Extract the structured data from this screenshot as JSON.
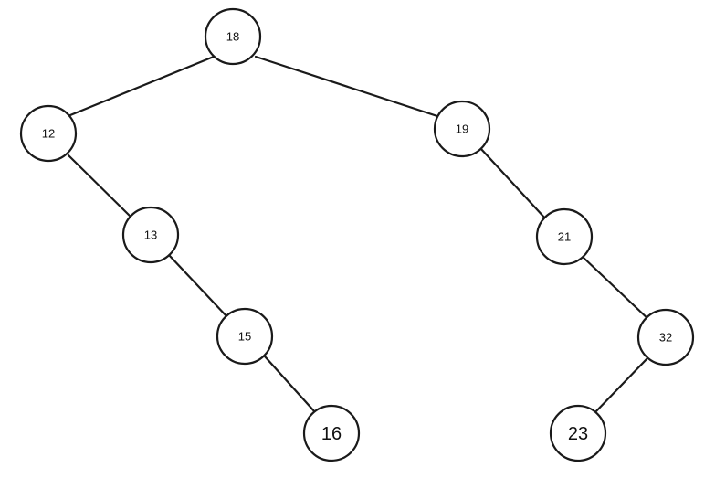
{
  "diagram": {
    "type": "binary-search-tree",
    "nodes": [
      {
        "id": "n18",
        "label": "18"
      },
      {
        "id": "n12",
        "label": "12"
      },
      {
        "id": "n19",
        "label": "19"
      },
      {
        "id": "n13",
        "label": "13"
      },
      {
        "id": "n21",
        "label": "21"
      },
      {
        "id": "n15",
        "label": "15"
      },
      {
        "id": "n32",
        "label": "32"
      },
      {
        "id": "n16",
        "label": "16"
      },
      {
        "id": "n23",
        "label": "23"
      }
    ],
    "edges": [
      {
        "from": "n18",
        "to": "n12"
      },
      {
        "from": "n18",
        "to": "n19"
      },
      {
        "from": "n12",
        "to": "n13"
      },
      {
        "from": "n13",
        "to": "n15"
      },
      {
        "from": "n15",
        "to": "n16"
      },
      {
        "from": "n19",
        "to": "n21"
      },
      {
        "from": "n21",
        "to": "n32"
      },
      {
        "from": "n32",
        "to": "n23"
      }
    ],
    "colors": {
      "stroke": "#1a1a1a",
      "node_fill": "#ffffff",
      "background": "#ffffff"
    }
  }
}
